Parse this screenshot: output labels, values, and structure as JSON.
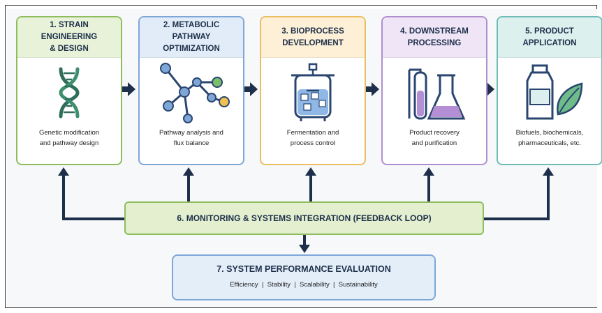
{
  "stages": [
    {
      "id": "strain",
      "title": "1. STRAIN ENGINEERING\n& DESIGN",
      "description": "Genetic modification\nand pathway design",
      "icon": "dna-icon",
      "accent": "#8fbd5e"
    },
    {
      "id": "metabolic",
      "title": "2. METABOLIC PATHWAY\nOPTIMIZATION",
      "description": "Pathway analysis and\nflux balance",
      "icon": "metabolic-network-icon",
      "accent": "#7ea7d8"
    },
    {
      "id": "bioprocess",
      "title": "3. BIOPROCESS\nDEVELOPMENT",
      "description": "Fermentation and\nprocess control",
      "icon": "bioreactor-icon",
      "accent": "#ecbd60"
    },
    {
      "id": "downstream",
      "title": "4. DOWNSTREAM\nPROCESSING",
      "description": "Product recovery\nand purification",
      "icon": "column-and-flask-icon",
      "accent": "#b08fcf"
    },
    {
      "id": "product",
      "title": "5. PRODUCT\nAPPLICATION",
      "description": "Biofuels, biochemicals,\npharmaceuticals, etc.",
      "icon": "bottle-and-leaf-icon",
      "accent": "#6fbcb7"
    }
  ],
  "monitoring": {
    "title": "6. MONITORING & SYSTEMS INTEGRATION (FEEDBACK LOOP)",
    "accent": "#8fbd5e"
  },
  "evaluation": {
    "title": "7. SYSTEM PERFORMANCE EVALUATION",
    "metrics": "Efficiency  |  Stability  |  Scalability  |  Sustainability",
    "accent": "#7ea7d8"
  },
  "colors": {
    "arrow": "#1d2f4a"
  }
}
